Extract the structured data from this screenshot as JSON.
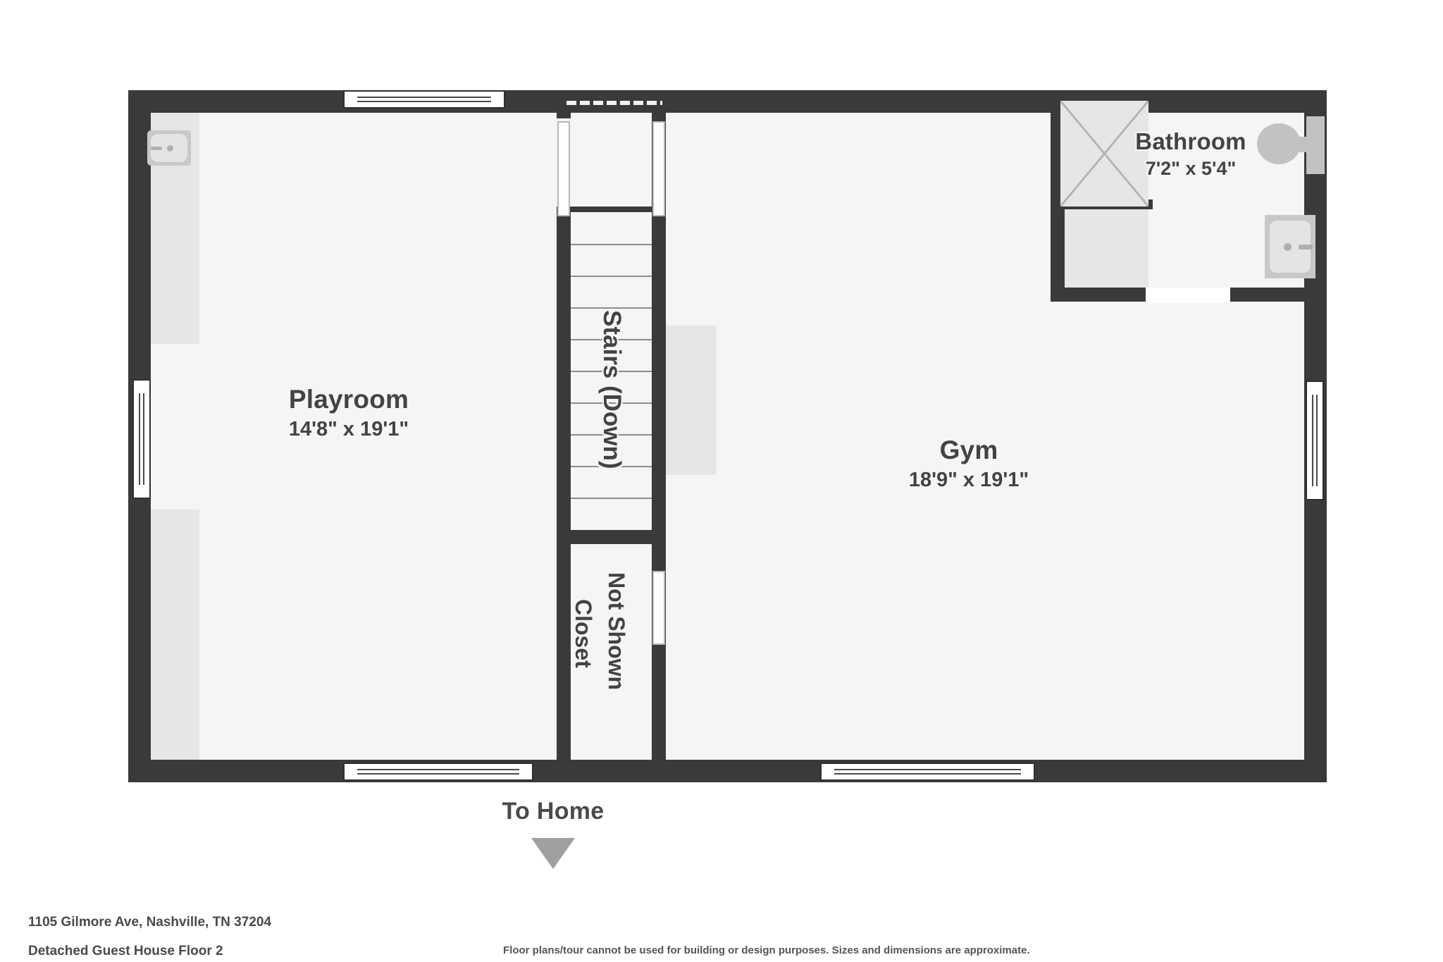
{
  "floorplan": {
    "title": "Detached Guest House Floor 2",
    "address": "1105 Gilmore Ave, Nashville, TN 37204",
    "disclaimer": "Floor plans/tour cannot be used for building or design purposes. Sizes and dimensions are approximate.",
    "colors": {
      "wall": "#3a3a3a",
      "room_fill": "#f5f5f5",
      "alcove_fill": "#e6e6e6",
      "fixture": "#c2c2c2",
      "text": "#434343",
      "arrow": "#a0a0a0",
      "page_background": "#ffffff"
    },
    "rooms": [
      {
        "id": "playroom",
        "name": "Playroom",
        "dimensions": "14'8\" x 19'1\""
      },
      {
        "id": "gym",
        "name": "Gym",
        "dimensions": "18'9\" x 19'1\""
      },
      {
        "id": "bathroom",
        "name": "Bathroom",
        "dimensions": "7'2\" x 5'4\""
      }
    ],
    "annotations": [
      {
        "id": "stairs",
        "text": "Stairs (Down)",
        "orientation": "vertical"
      },
      {
        "id": "closet-line-1",
        "text": "Closet",
        "orientation": "vertical"
      },
      {
        "id": "closet-line-2",
        "text": "Not Shown",
        "orientation": "vertical"
      }
    ],
    "exit_marker": {
      "label": "To Home",
      "direction": "down",
      "icon": "triangle-down-icon"
    },
    "fixtures": [
      {
        "id": "playroom-sink",
        "type": "sink-icon",
        "room": "playroom"
      },
      {
        "id": "bathroom-shower",
        "type": "shower-icon",
        "room": "bathroom"
      },
      {
        "id": "bathroom-toilet",
        "type": "toilet-icon",
        "room": "bathroom"
      },
      {
        "id": "bathroom-sink",
        "type": "sink-icon",
        "room": "bathroom"
      }
    ],
    "openings": [
      {
        "id": "window-top-playroom",
        "type": "window",
        "wall": "top"
      },
      {
        "id": "window-left-playroom-upper",
        "type": "window",
        "wall": "left"
      },
      {
        "id": "window-bottom-playroom",
        "type": "window",
        "wall": "bottom"
      },
      {
        "id": "window-bottom-gym",
        "type": "window",
        "wall": "bottom"
      },
      {
        "id": "window-right-gym",
        "type": "window",
        "wall": "right"
      },
      {
        "id": "door-stairs-upper",
        "type": "door",
        "wall": "stair-right"
      },
      {
        "id": "door-stairs-left",
        "type": "door",
        "wall": "stair-left"
      },
      {
        "id": "door-closet",
        "type": "door",
        "wall": "closet-right"
      },
      {
        "id": "door-bathroom",
        "type": "door",
        "wall": "bathroom-bottom"
      }
    ],
    "stairs": {
      "step_count": 10
    }
  }
}
